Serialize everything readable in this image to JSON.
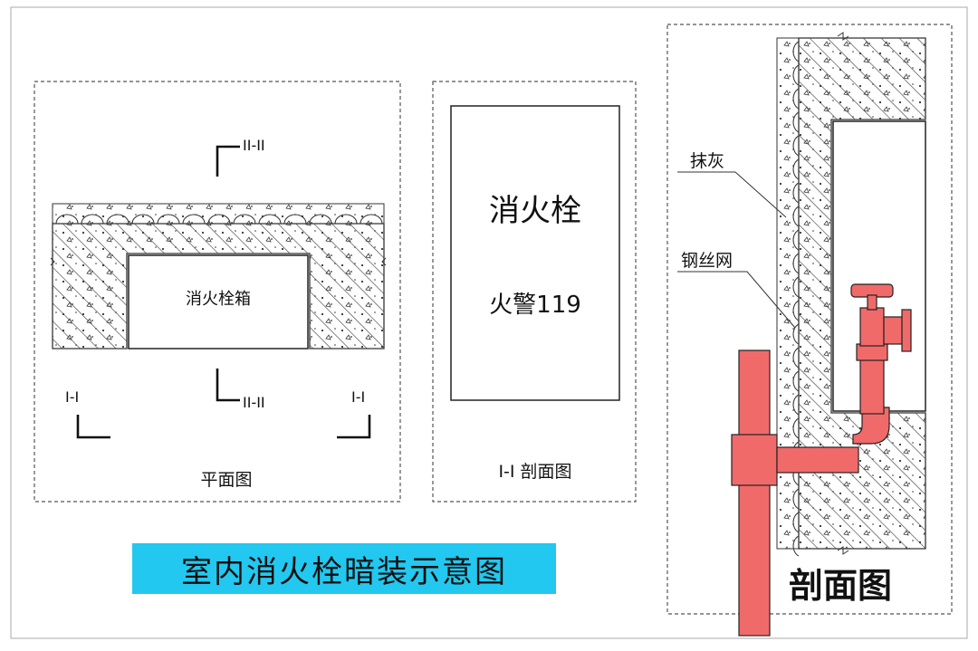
{
  "title": "室内消火栓暗装示意图",
  "plan": {
    "caption": "平面图",
    "box_label": "消火栓箱",
    "cut_ii": "II-II",
    "cut_i": "I-I"
  },
  "elevation": {
    "caption": "I-I 剖面图",
    "door_title": "消火栓",
    "door_sub": "火警119"
  },
  "section": {
    "caption": "剖面图",
    "label_plaster": "抹灰",
    "label_mesh": "钢丝网"
  },
  "colors": {
    "pipe": "#f06a6a",
    "banner": "#22c8ef",
    "hatch": "#333333"
  }
}
